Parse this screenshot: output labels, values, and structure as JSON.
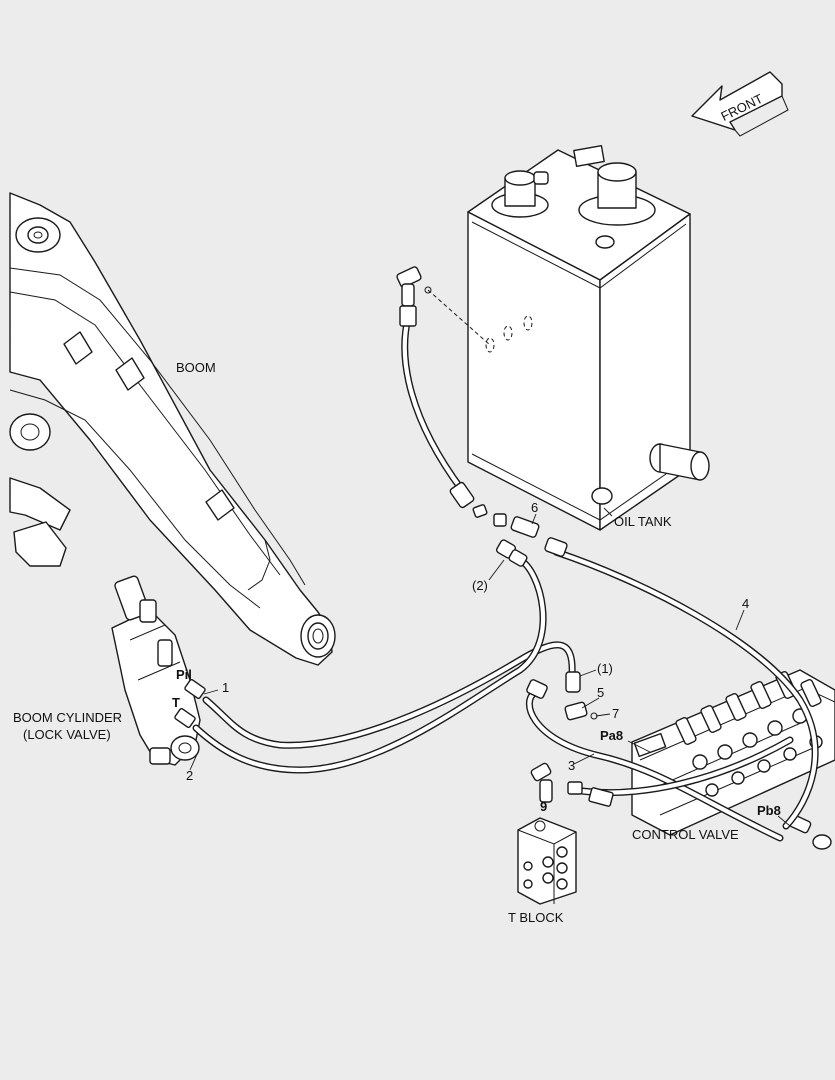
{
  "orientation": {
    "front": "FRONT"
  },
  "components": {
    "boom": "BOOM",
    "oil_tank": "OIL TANK",
    "boom_cylinder": [
      "BOOM CYLINDER",
      "(LOCK VALVE)"
    ],
    "control_valve": "CONTROL VALVE",
    "t_block": "T BLOCK"
  },
  "ports": {
    "pil": "Pil",
    "t": "T",
    "pa8": "Pa8",
    "pb8": "Pb8"
  },
  "callouts": {
    "c1": "1",
    "c2": "2",
    "c3": "3",
    "c4": "4",
    "c5": "5",
    "c6": "6",
    "c7": "7",
    "c9": "9",
    "c1_paren": "(1)",
    "c2_paren": "(2)"
  }
}
